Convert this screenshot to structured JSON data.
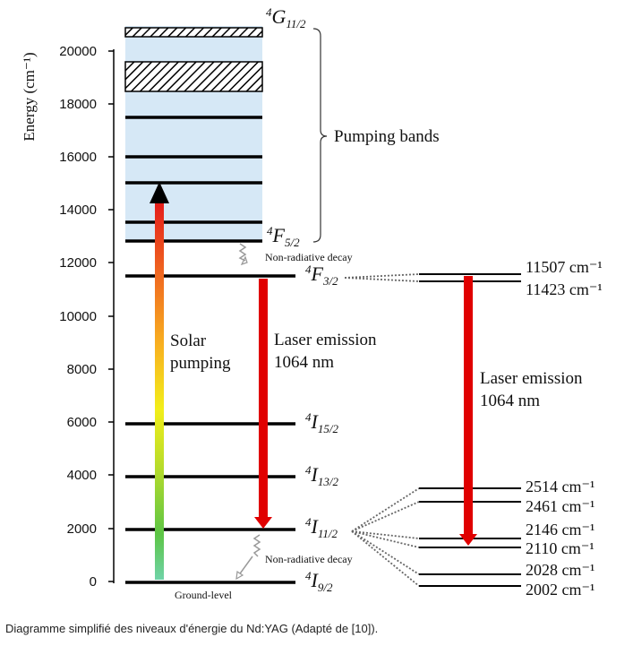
{
  "axis": {
    "label": "Energy (cm⁻¹)",
    "ticks": [
      "20000",
      "18000",
      "16000",
      "14000",
      "12000",
      "10000",
      "8000",
      "6000",
      "4000",
      "2000",
      "0"
    ]
  },
  "terms": {
    "G": {
      "sup": "4",
      "base": "G",
      "sub": "11/2"
    },
    "F52": {
      "sup": "4",
      "base": "F",
      "sub": "5/2"
    },
    "F32": {
      "sup": "4",
      "base": "F",
      "sub": "3/2"
    },
    "I152": {
      "sup": "4",
      "base": "I",
      "sub": "15/2"
    },
    "I132": {
      "sup": "4",
      "base": "I",
      "sub": "13/2"
    },
    "I112": {
      "sup": "4",
      "base": "I",
      "sub": "11/2"
    },
    "I92": {
      "sup": "4",
      "base": "I",
      "sub": "9/2"
    }
  },
  "labels": {
    "pumping_bands": "Pumping bands",
    "nonrad_top": "Non-radiative decay",
    "nonrad_bottom": "Non-radiative decay",
    "ground": "Ground-level",
    "solar_1": "Solar",
    "solar_2": "pumping",
    "laser_1": "Laser emission",
    "laser_2": "1064 nm",
    "laser_right_1": "Laser emission",
    "laser_right_2": "1064 nm"
  },
  "sublevels_top": [
    "11507 cm⁻¹",
    "11423 cm⁻¹"
  ],
  "sublevels_bottom": [
    "2514 cm⁻¹",
    "2461 cm⁻¹",
    "2146 cm⁻¹",
    "2110 cm⁻¹",
    "2028 cm⁻¹",
    "2002 cm⁻¹"
  ],
  "caption": "Diagramme simplifié des niveaux d'énergie du Nd:YAG (Adapté de [10]).",
  "colors": {
    "band_fill": "#d6e8f6",
    "laser_red": "#e00000",
    "line": "#000000"
  }
}
